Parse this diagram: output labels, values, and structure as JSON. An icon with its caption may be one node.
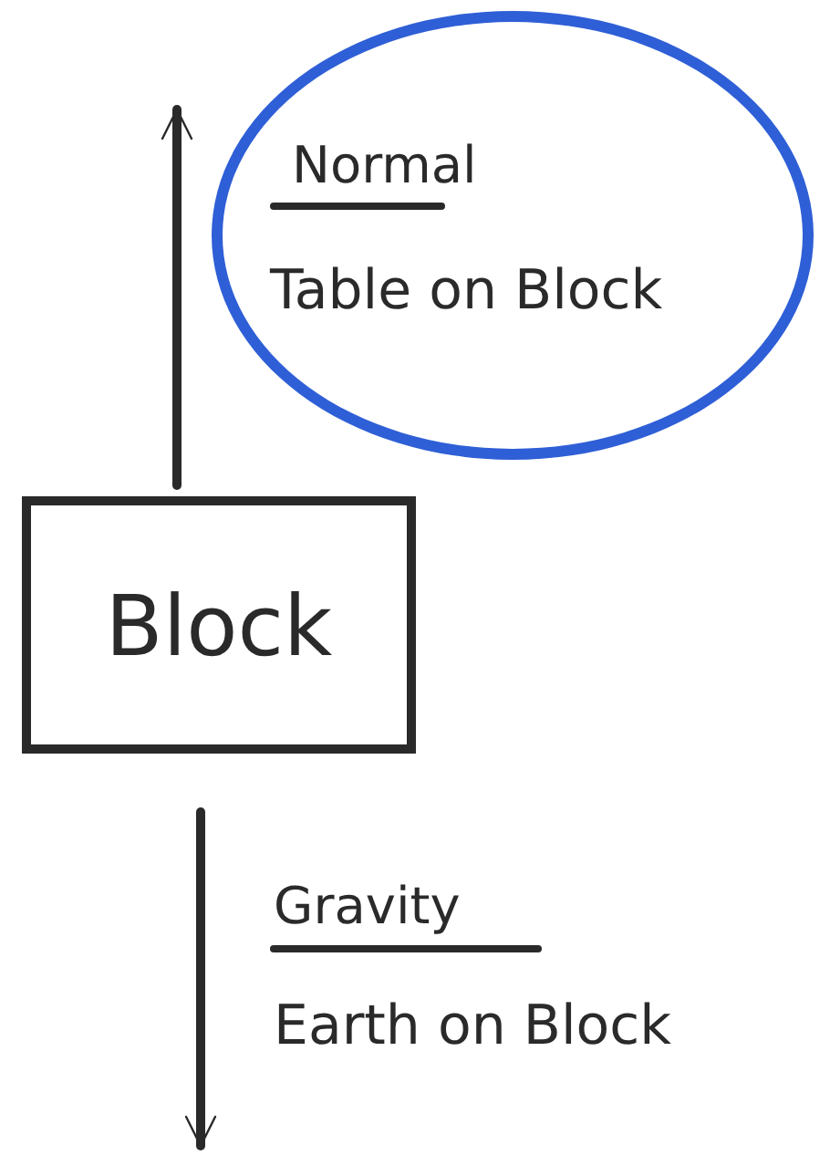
{
  "diagram": {
    "nodes": [
      {
        "text": [
          "Normal",
          "Table on Block"
        ]
      },
      {
        "text": [
          "Block"
        ]
      }
    ],
    "edges": [
      {
        "from": 1,
        "to": 0,
        "arrow": "to"
      },
      {
        "from": 1,
        "to": null,
        "arrow": "to"
      }
    ],
    "labels": [
      "Gravity",
      "Earth on Block"
    ]
  }
}
